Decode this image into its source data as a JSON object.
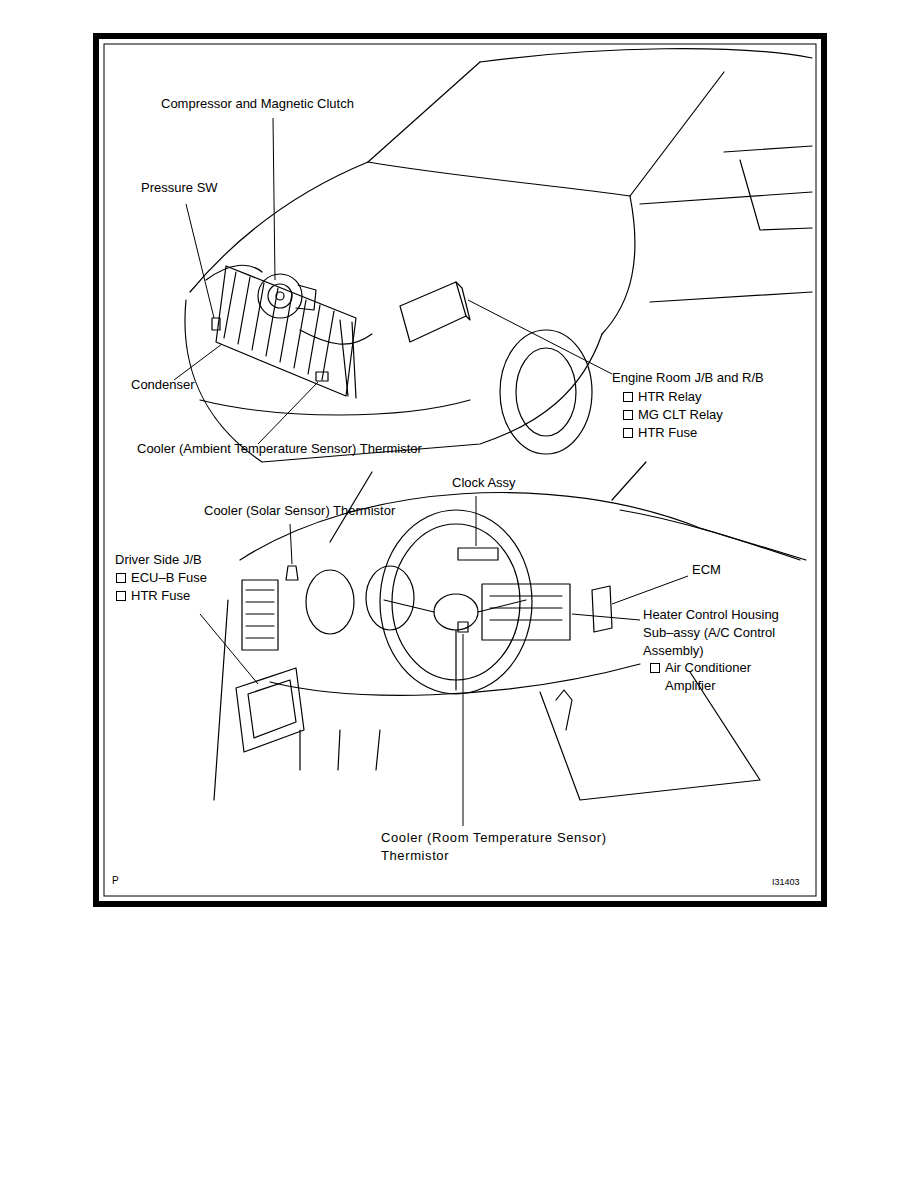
{
  "diagram": {
    "labels": [
      "Compressor and Magnetic Clutch",
      "Pressure SW",
      "Condenser",
      "Engine Room J/B and R/B",
      "HTR Relay",
      "MG CLT Relay",
      "HTR Fuse",
      "Cooler (Ambient Temperature Sensor) Thermistor",
      "Clock Assy",
      "Cooler (Solar Sensor) Thermistor",
      "Driver Side J/B",
      "ECU–B Fuse",
      "HTR Fuse",
      "ECM",
      "Heater Control Housing Sub–assy (A/C Control Assembly)",
      "Air Conditioner Amplifier",
      "Cooler (Room Temperature Sensor) Thermistor",
      "P",
      "I31403"
    ]
  }
}
